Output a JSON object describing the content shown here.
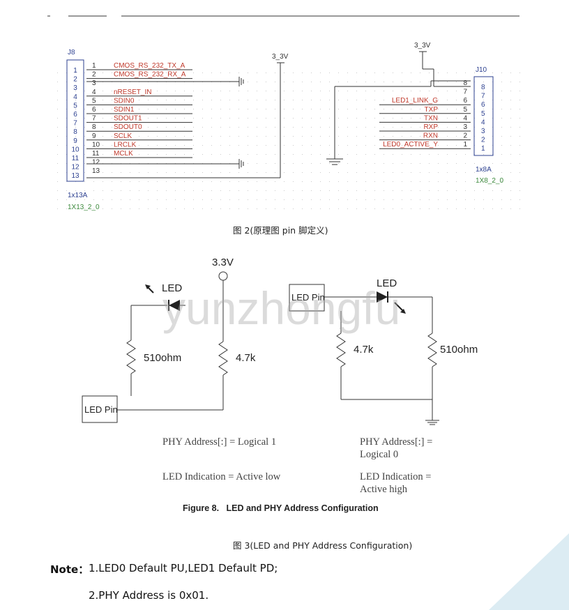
{
  "schematic": {
    "j8": {
      "ref": "J8",
      "package": "1x13A",
      "footprint": "1X13_2_0",
      "pins": [
        "1",
        "2",
        "3",
        "4",
        "5",
        "6",
        "7",
        "8",
        "9",
        "10",
        "11",
        "12",
        "13"
      ],
      "nets": [
        "CMOS_RS_232_TX_A",
        "CMOS_RS_232_RX_A",
        "",
        "nRESET_IN",
        "SDIN0",
        "SDIN1",
        "SDOUT1",
        "SDOUT0",
        "SCLK",
        "LRCLK",
        "MCLK",
        "",
        ""
      ]
    },
    "j10": {
      "ref": "J10",
      "package": "1x8A",
      "footprint": "1X8_2_0",
      "pins": [
        "8",
        "7",
        "6",
        "5",
        "4",
        "3",
        "2",
        "1"
      ],
      "nets": [
        "",
        "",
        "LED1_LINK_G",
        "TXP",
        "TXN",
        "RXP",
        "RXN",
        "LED0_ACTIVE_Y"
      ]
    },
    "power_label_left": "3_3V",
    "power_label_right": "3_3V"
  },
  "caption_pin": "图 2(原理图 pin 脚定义)",
  "led_diagram": {
    "left": {
      "vcc": "3.3V",
      "led": "LED",
      "r1": "510ohm",
      "r2": "4.7k",
      "pin": "LED Pin"
    },
    "right": {
      "led": "LED",
      "r1": "4.7k",
      "r2": "510ohm",
      "pin": "LED Pin"
    },
    "watermark": "yunzhongfu",
    "phy_left": "PHY Address[:] = Logical 1",
    "led_left": "LED Indication = Active low",
    "phy_right_1": "PHY    Address[:]    =",
    "phy_right_2": "Logical 0",
    "led_right_1": "LED    Indication    =",
    "led_right_2": "Active high",
    "figure_caption": "Figure 8.   LED and PHY Address Configuration"
  },
  "caption_led": "图 3(LED and PHY Address Configuration)",
  "note": {
    "label": "Note：",
    "line1": "1.LED0 Default PU,LED1 Default PD;",
    "line2": "2.PHY Address is 0x01."
  },
  "colors": {
    "ref_blue": "#2b3f8f",
    "net_red": "#c0392b",
    "footprint_green": "#3d8a3d",
    "wire": "#333333",
    "grid_dot": "#c9c9c9",
    "corner": "#dcecf3"
  }
}
